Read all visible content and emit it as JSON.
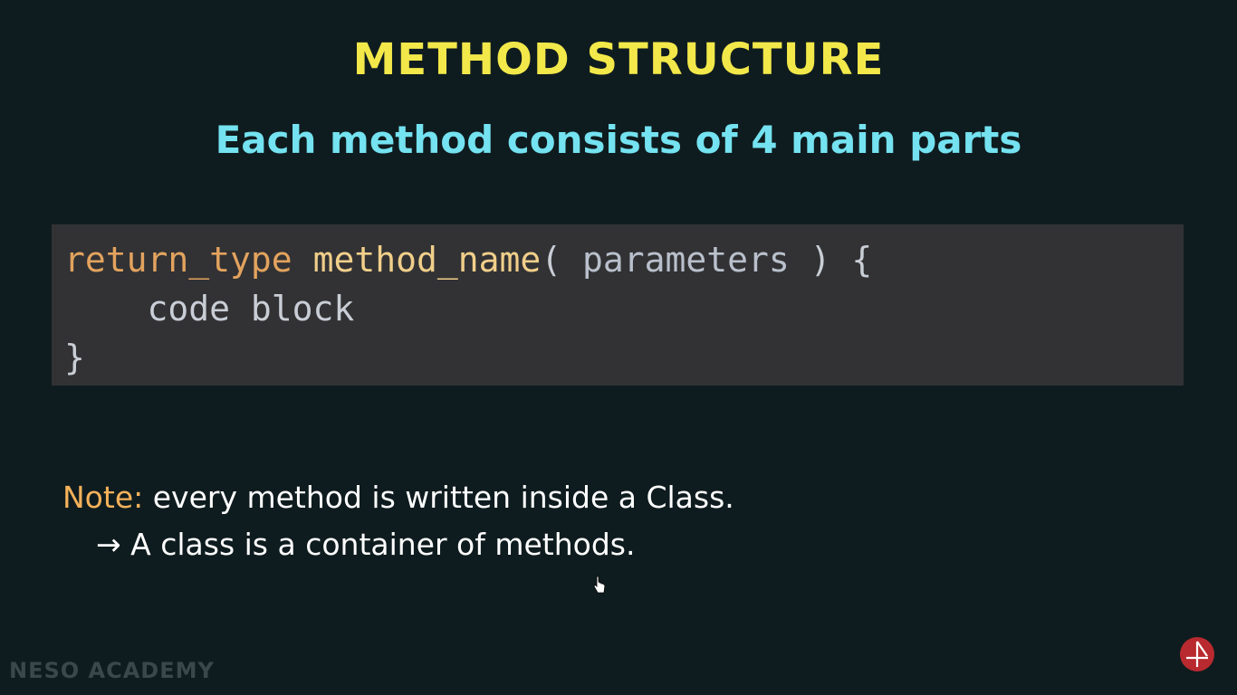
{
  "slide": {
    "title": "METHOD STRUCTURE",
    "subtitle": "Each method consists of 4 main parts"
  },
  "code": {
    "return_type": "return_type",
    "method_name": "method_name",
    "open_paren": "( ",
    "parameters": "parameters",
    "close_paren_brace": " ) {",
    "body": "code block",
    "closing_brace": "}"
  },
  "note": {
    "label": "Note:",
    "text": "every method is written inside a Class.",
    "sub_arrow": "→",
    "sub_text": "A class is a container of methods."
  },
  "branding": {
    "watermark": "NESO ACADEMY",
    "logo_icon": "neso-academy-logo-icon"
  },
  "colors": {
    "background": "#0f1c1f",
    "title": "#f2e84a",
    "subtitle": "#74e2f0",
    "code_background": "#323234",
    "note_label": "#f5b25a",
    "logo": "#b82a2f"
  }
}
